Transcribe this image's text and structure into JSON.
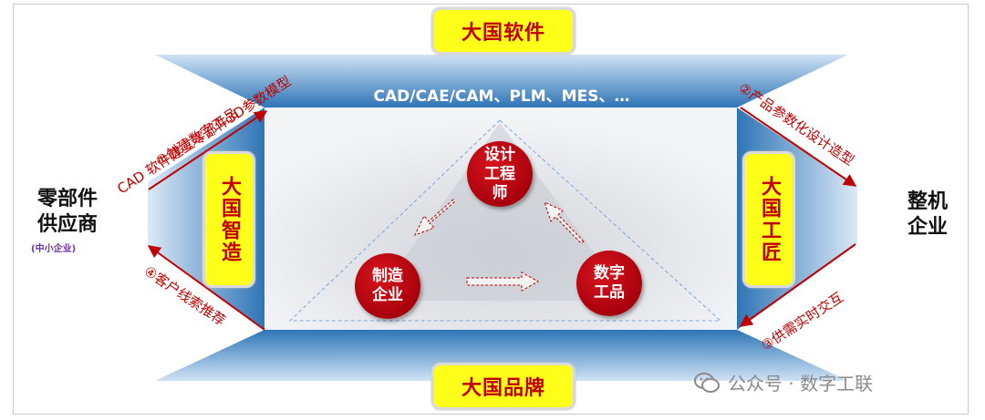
{
  "top_box": "大国软件",
  "bottom_box": "大国品牌",
  "left_box": "大国智造",
  "right_box": "大国工匠",
  "tech_text": "CAD/CAE/CAM、PLM、MES、…",
  "left_entity": {
    "line1": "零部件",
    "line2": "供应商",
    "sub": "(中小企业)"
  },
  "right_entity": {
    "line1": "整机",
    "line2": "企业"
  },
  "circles": {
    "designer": "设计\n工程\n师",
    "manufacturer": "制造\n企业",
    "product": "数字\n工品"
  },
  "edge_labels": {
    "tl_1": "①创建数字工品",
    "tl_2": "CAD 软件建立零部件3D参数模型",
    "tr": "②产品参数化设计造型",
    "br": "③供需实时交互",
    "bl": "④客户线索推荐"
  },
  "watermark": "公众号 · 数字工联",
  "colors": {
    "accent_red": "#c00000",
    "box_yellow": "#ffff1a",
    "band_blue": "#2e75b6"
  }
}
